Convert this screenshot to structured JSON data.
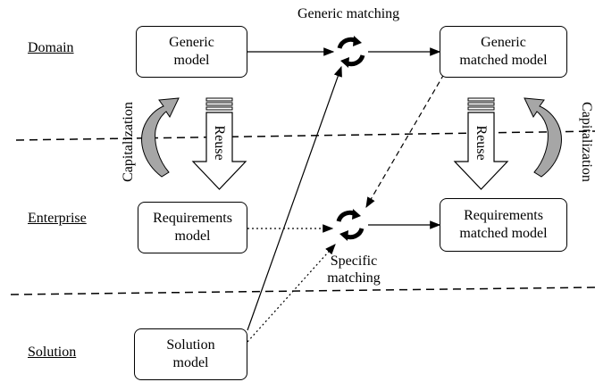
{
  "levels": {
    "domain": "Domain",
    "enterprise": "Enterprise",
    "solution": "Solution"
  },
  "boxes": {
    "generic_model": {
      "line1": "Generic",
      "line2": "model"
    },
    "generic_matched_model": {
      "line1": "Generic",
      "line2": "matched model"
    },
    "requirements_model": {
      "line1": "Requirements",
      "line2": "model"
    },
    "requirements_matched_model": {
      "line1": "Requirements",
      "line2": "matched model"
    },
    "solution_model": {
      "line1": "Solution",
      "line2": "model"
    }
  },
  "labels": {
    "generic_matching": "Generic matching",
    "specific_matching_1": "Specific",
    "specific_matching_2": "matching",
    "capitalization": "Capitalization",
    "reuse": "Reuse"
  }
}
